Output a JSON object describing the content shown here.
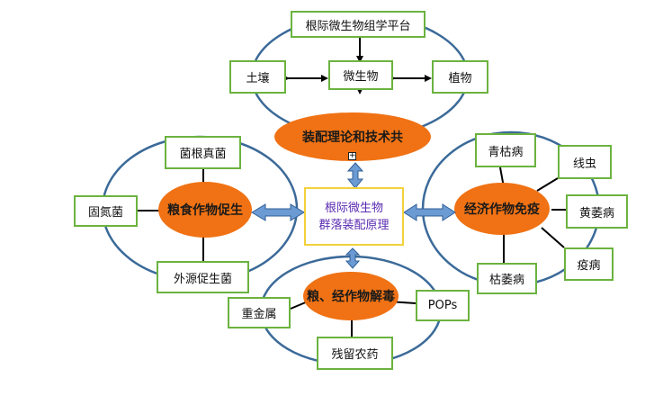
{
  "colors": {
    "ring": "#3b6a99",
    "ellipse_fill": "#f07214",
    "box_border": "#6bb33f",
    "center_border": "#f2d13c",
    "center_text": "#5a2ab0",
    "arrow_fill": "#6c9ad2",
    "arrow_stroke": "#2f5f97"
  },
  "top": {
    "platform_box": "根际微生物组学平台",
    "soil_box": "土壤",
    "microbe_box": "微生物",
    "plant_box": "植物",
    "hub": "装配理论和技术共",
    "expand_marker": "+"
  },
  "center": {
    "line1": "根际微生物",
    "line2": "群落装配原理"
  },
  "left": {
    "hub": "粮食作物促生",
    "mycorrhiza_box": "菌根真菌",
    "nitrogen_box": "固氮菌",
    "exogenous_box": "外源促生菌"
  },
  "right": {
    "hub": "经济作物免疫",
    "blight_box": "青枯病",
    "nematode_box": "线虫",
    "yellows_box": "黄萎病",
    "scab_box": "疫病",
    "wilt_box": "枯萎病"
  },
  "bottom": {
    "hub": "粮、经作物解毒",
    "heavy_metal_box": "重金属",
    "pops_box": "POPs",
    "pesticide_box": "残留农药"
  }
}
